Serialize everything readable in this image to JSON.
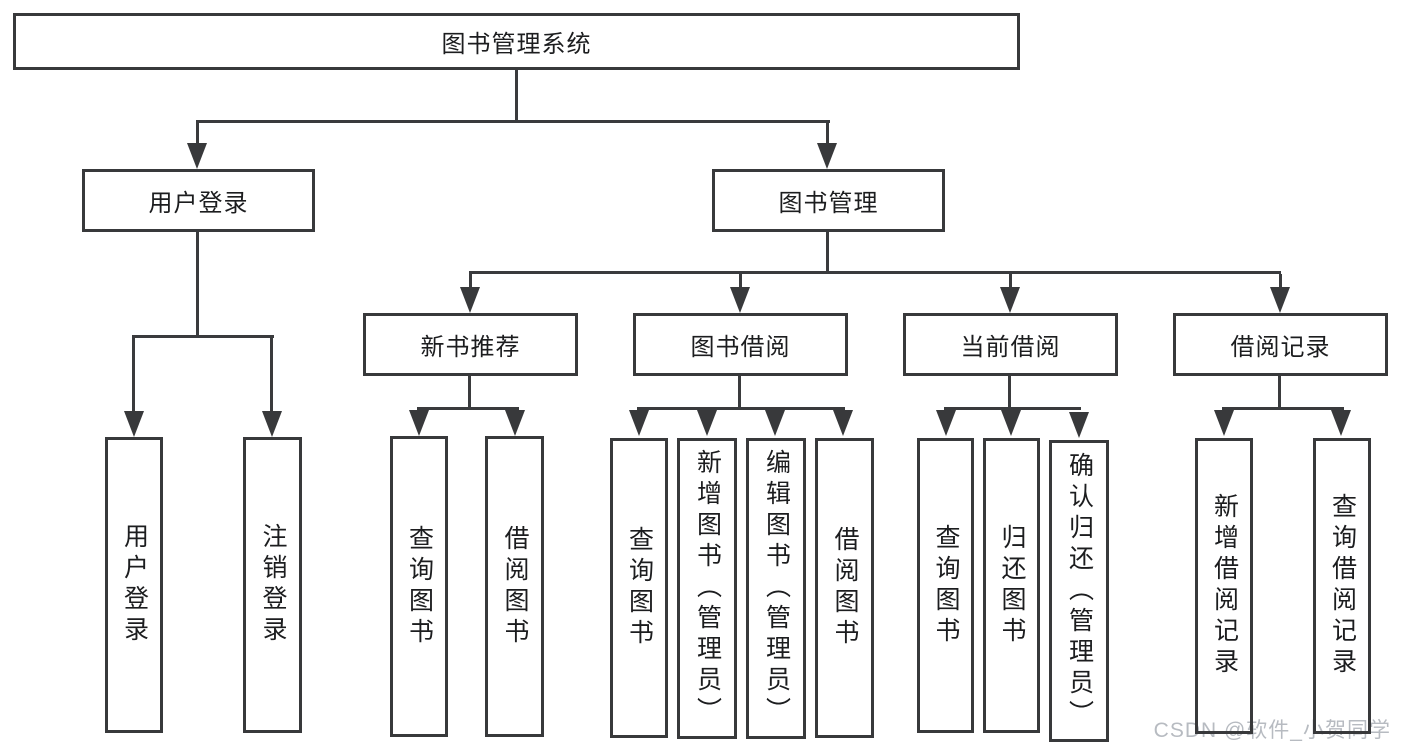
{
  "diagram": {
    "type": "hierarchy-tree",
    "root": {
      "label": "图书管理系统"
    },
    "branches": [
      {
        "label": "用户登录",
        "children": [
          {
            "label": "用户登录"
          },
          {
            "label": "注销登录"
          }
        ]
      },
      {
        "label": "图书管理",
        "children": [
          {
            "label": "新书推荐",
            "children": [
              {
                "label": "查询图书"
              },
              {
                "label": "借阅图书"
              }
            ]
          },
          {
            "label": "图书借阅",
            "children": [
              {
                "label": "查询图书"
              },
              {
                "label": "新增图书（管理员）"
              },
              {
                "label": "编辑图书（管理员）"
              },
              {
                "label": "借阅图书"
              }
            ]
          },
          {
            "label": "当前借阅",
            "children": [
              {
                "label": "查询图书"
              },
              {
                "label": "归还图书"
              },
              {
                "label": "确认归还（管理员）"
              }
            ]
          },
          {
            "label": "借阅记录",
            "children": [
              {
                "label": "新增借阅记录"
              },
              {
                "label": "查询借阅记录"
              }
            ]
          }
        ]
      }
    ],
    "colors": {
      "line": "#38393b",
      "text": "#1c1d1f",
      "background": "#ffffff",
      "watermark": "#b7bbc1"
    }
  },
  "watermark": {
    "text": "CSDN @软件_小贺同学"
  }
}
